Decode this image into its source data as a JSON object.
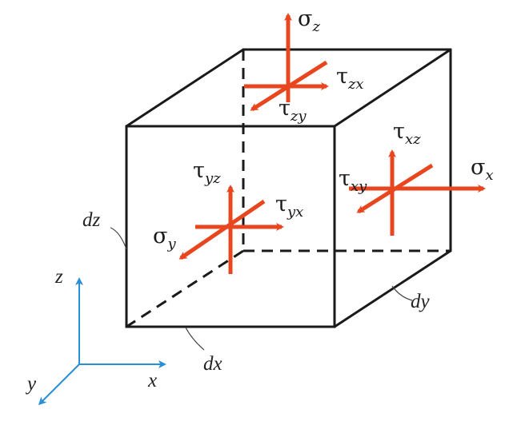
{
  "colors": {
    "stress_arrow": "#e8461f",
    "axis_arrow": "#2a8fd8",
    "cube_edge": "#1a1a1a"
  },
  "stresses": {
    "sigma_z": {
      "symbol": "σ",
      "sub": "z"
    },
    "tau_zx": {
      "symbol": "τ",
      "sub": "zx"
    },
    "tau_zy": {
      "symbol": "τ",
      "sub": "zy"
    },
    "tau_yz": {
      "symbol": "τ",
      "sub": "yz"
    },
    "tau_yx": {
      "symbol": "τ",
      "sub": "yx"
    },
    "sigma_y": {
      "symbol": "σ",
      "sub": "y"
    },
    "tau_xz": {
      "symbol": "τ",
      "sub": "xz"
    },
    "tau_xy": {
      "symbol": "τ",
      "sub": "xy"
    },
    "sigma_x": {
      "symbol": "σ",
      "sub": "x"
    }
  },
  "dimensions": {
    "dx": "dx",
    "dy": "dy",
    "dz": "dz"
  },
  "axes": {
    "x": "x",
    "y": "y",
    "z": "z"
  }
}
